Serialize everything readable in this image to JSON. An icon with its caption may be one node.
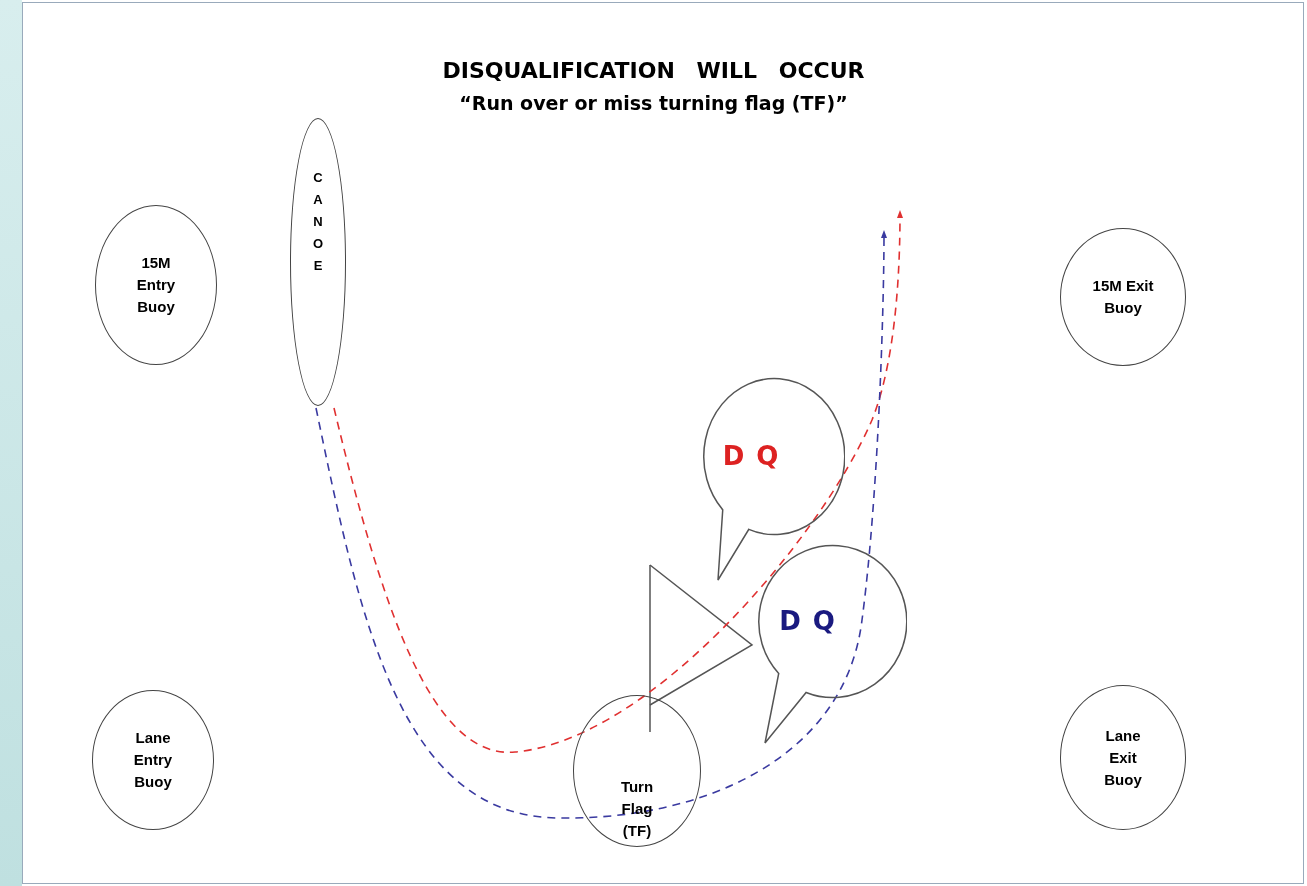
{
  "diagram": {
    "title": "DISQUALIFICATION WILL OCCUR",
    "nodes": [
      {
        "text": [
          "15M Entry Buoy"
        ]
      },
      {
        "text": [
          "CANOE"
        ]
      },
      {
        "text": [
          "15M Exit Buoy"
        ]
      },
      {
        "text": [
          "DQ"
        ]
      },
      {
        "text": [
          "DQ"
        ]
      },
      {
        "text": [
          "Lane Entry Buoy"
        ]
      },
      {
        "text": [
          "Turn Flag (TF)"
        ]
      },
      {
        "text": [
          "Lane Exit Buoy"
        ]
      }
    ],
    "edges": [
      {
        "from": 1,
        "to": null,
        "arrow": "to",
        "style": "dashed",
        "color": "#e03030"
      },
      {
        "from": 1,
        "to": null,
        "arrow": "to",
        "style": "dashed",
        "color": "#3a3aa0"
      }
    ],
    "labels": [
      "“Run over or miss turning flag (TF)”"
    ]
  }
}
